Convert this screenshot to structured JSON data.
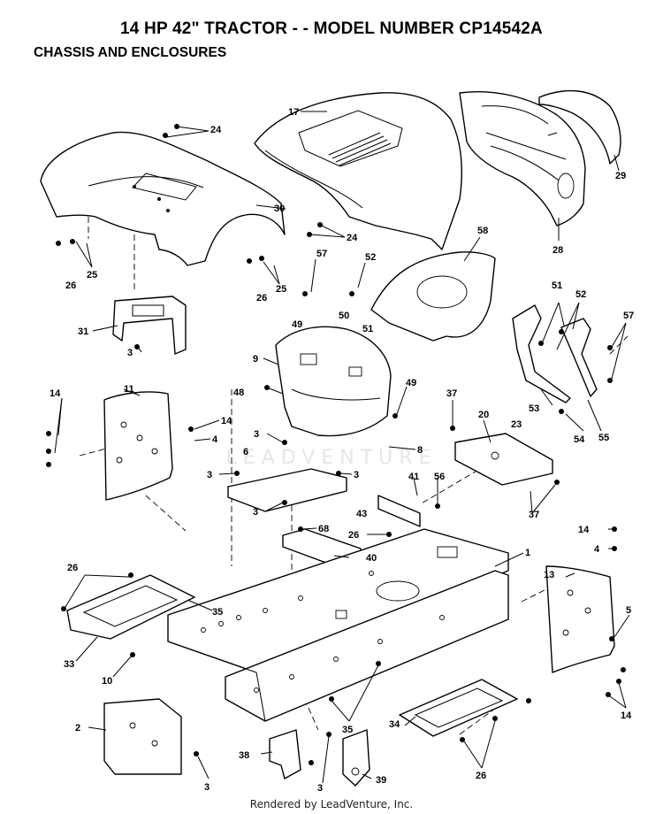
{
  "header": {
    "title": "14 HP 42\" TRACTOR - - MODEL NUMBER CP14542A",
    "subtitle": "CHASSIS AND ENCLOSURES"
  },
  "watermark": "LEADVENTURE",
  "footer": "Rendered by LeadVenture, Inc.",
  "callouts": {
    "c1": "1",
    "c2": "2",
    "c3a": "3",
    "c3b": "3",
    "c3c": "3",
    "c3d": "3",
    "c3e": "3",
    "c3f": "3",
    "c3g": "3",
    "c4a": "4",
    "c4b": "4",
    "c5": "5",
    "c6": "6",
    "c8": "8",
    "c9": "9",
    "c10": "10",
    "c11": "11",
    "c13": "13",
    "c14a": "14",
    "c14b": "14",
    "c14c": "14",
    "c14d": "14",
    "c17": "17",
    "c20": "20",
    "c23": "23",
    "c24a": "24",
    "c24b": "24",
    "c25a": "25",
    "c25b": "25",
    "c26a": "26",
    "c26b": "26",
    "c26c": "26",
    "c26d": "26",
    "c26e": "26",
    "c28": "28",
    "c29": "29",
    "c30": "30",
    "c31": "31",
    "c33": "33",
    "c34": "34",
    "c35a": "35",
    "c35b": "35",
    "c37a": "37",
    "c37b": "37",
    "c38": "38",
    "c39": "39",
    "c40": "40",
    "c41": "41",
    "c43": "43",
    "c48": "48",
    "c49a": "49",
    "c49b": "49",
    "c50": "50",
    "c51a": "51",
    "c51b": "51",
    "c52a": "52",
    "c52b": "52",
    "c53": "53",
    "c54": "54",
    "c55": "55",
    "c56": "56",
    "c57a": "57",
    "c57b": "57",
    "c58": "58",
    "c68": "68"
  }
}
